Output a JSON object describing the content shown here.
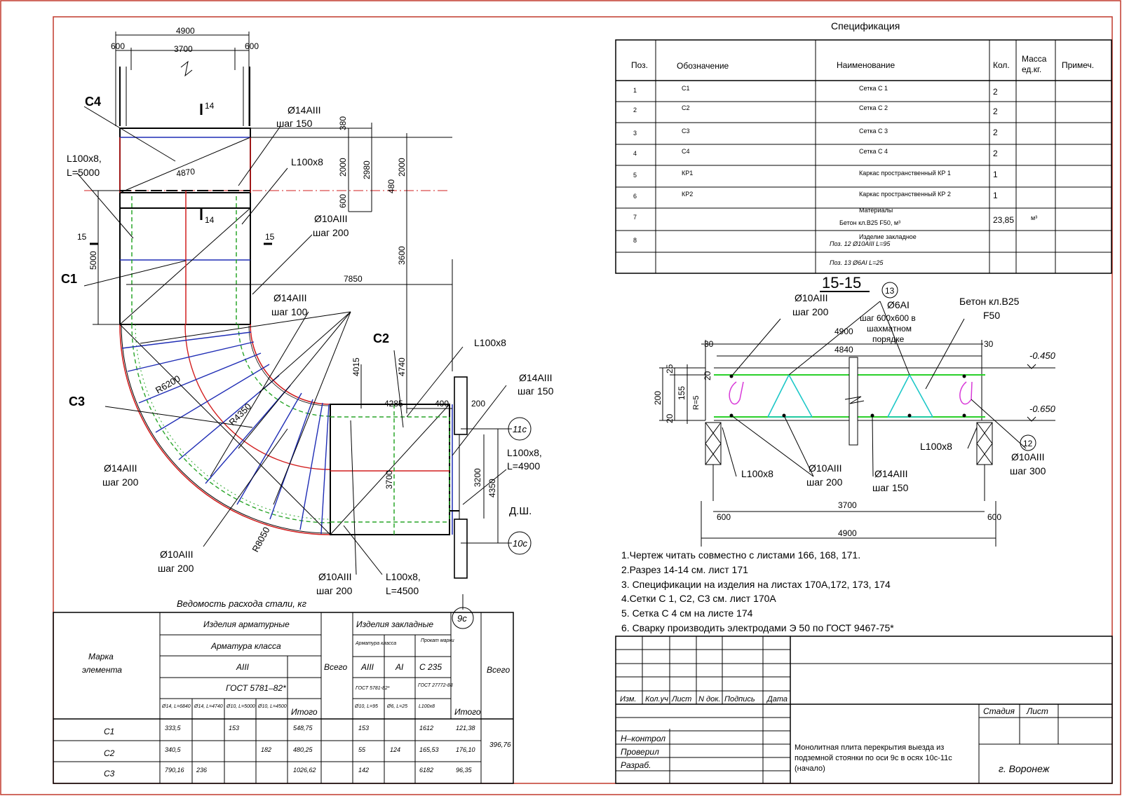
{
  "plan": {
    "dims_top": [
      "4900",
      "600",
      "3700",
      "600"
    ],
    "c4": "C4",
    "c1": "C1",
    "c2": "C2",
    "c3": "C3",
    "sec14_top": "14",
    "sec14_mid": "14",
    "sec15_left": "15",
    "sec15_right": "15",
    "rebar_14_150": [
      "Ø14AIII",
      "шаг 150"
    ],
    "l100_5000": [
      "L100x8,",
      "L=5000"
    ],
    "l100_top": "L100x8",
    "rebar_10_200_top": [
      "Ø10AIII",
      "шаг 200"
    ],
    "rebar_14_100": [
      "Ø14AIII",
      "шаг 100"
    ],
    "rebar_14_200": [
      "Ø14AIII",
      "шаг 200"
    ],
    "rebar_10_200_low": [
      "Ø10AIII",
      "шаг 200"
    ],
    "rebar_10_200_bot": [
      "Ø10AIII",
      "шаг 200"
    ],
    "rebar_14_150_right": [
      "Ø14AIII",
      "шаг 150"
    ],
    "l100_right": "L100x8",
    "l100_4900": [
      "L100x8,",
      "L=4900"
    ],
    "l100_4500": [
      "L100x8,",
      "L=4500"
    ],
    "dim_4870": "4870",
    "dim_5000": "5000",
    "dim_7850": "7850",
    "dim_380": "380",
    "dim_2000a": "2000",
    "dim_2980": "2980",
    "dim_2000b": "2000",
    "dim_600": "600",
    "dim_480": "480",
    "dim_3600": "3600",
    "dim_4015": "4015",
    "dim_4740": "4740",
    "dim_4285": "4285",
    "dim_400": "400",
    "dim_200": "200",
    "dim_3700v": "3700",
    "dim_3200": "3200",
    "dim_4350": "4350",
    "r6200": "R6200",
    "r4350": "R4350",
    "r8050": "R8050",
    "axis_11c": "11с",
    "axis_10c": "10с",
    "axis_9c": "9с",
    "dsh": "Д.Ш."
  },
  "spec": {
    "title": "Спецификация",
    "headers": [
      "Поз.",
      "Обозначение",
      "Наименование",
      "Кол.",
      "Масса ед.кг.",
      "Примеч."
    ],
    "rows": [
      [
        "1",
        "С1",
        "Сетка С 1",
        "2",
        "",
        ""
      ],
      [
        "2",
        "С2",
        "Сетка С 2",
        "2",
        "",
        ""
      ],
      [
        "3",
        "С3",
        "Сетка С 3",
        "2",
        "",
        ""
      ],
      [
        "4",
        "С4",
        "Сетка С 4",
        "2",
        "",
        ""
      ],
      [
        "5",
        "КР1",
        "Каркас пространственный КР 1",
        "1",
        "",
        ""
      ],
      [
        "6",
        "КР2",
        "Каркас пространственный КР 2",
        "1",
        "",
        ""
      ],
      [
        "7",
        "",
        "Материалы",
        "23,85",
        "м³",
        ""
      ],
      [
        "8",
        "",
        "Изделие закладное",
        "",
        "",
        ""
      ]
    ],
    "row7_sub": "Бетон кл.В25 F50, м³",
    "row8_sub1": "Поз. 12    Ø10АIII   L=95",
    "row8_sub2": "Поз. 13    Ø6АI   L=25"
  },
  "section": {
    "title": "15-15",
    "mark13": "13",
    "mark12": "12",
    "rebar_10_200": [
      "Ø10AIII",
      "шаг 200"
    ],
    "rebar_6ai": [
      "Ø6AI",
      "шаг 600x600 в",
      "шахматном",
      "порядке"
    ],
    "concrete": [
      "Бетон кл.В25",
      "F50"
    ],
    "lvl_450": "-0.450",
    "lvl_650": "-0.650",
    "dim_4900": "4900",
    "dim_4840": "4840",
    "dim_30a": "30",
    "dim_30b": "30",
    "dim_200": "200",
    "dim_25": "25",
    "dim_155": "155",
    "dim_20a": "20",
    "dim_20b": "20",
    "r5": "R=5",
    "l100_left": "L100x8",
    "l100_right": "L100x8",
    "rebar_10_200_b": [
      "Ø10AIII",
      "шаг 200"
    ],
    "rebar_14_150": [
      "Ø14AIII",
      "шаг 150"
    ],
    "rebar_10_300": [
      "Ø10AIII",
      "шаг 300"
    ],
    "dim_3700": "3700",
    "dim_600a": "600",
    "dim_600b": "600",
    "dim_4900b": "4900"
  },
  "notes": [
    "1.Чертеж читать совместно с листами     166, 168, 171.",
    "2.Разрез  14-14  см.  лист 171",
    "3. Спецификации на изделия на листах     170А,172, 173, 174",
    "4.Сетки С 1, С2, С3 см.  лист 170А",
    "5. Сетка С 4 см на листе   174",
    "6. Сварку производить электродами Э    50 по ГОСТ  9467-75*"
  ],
  "steel": {
    "title": "Ведомость расхода стали, кг",
    "mark_header": [
      "Марка",
      "элемента"
    ],
    "rebar_products": "Изделия арматурные",
    "rebar_class": "Арматура  класса",
    "aiii": "AIII",
    "gost": "ГОСТ 5781–82*",
    "total": "Всего",
    "embedded": "Изделия закладные",
    "emb_sub": "Арматура класса",
    "emb_steel": "Прокат марки",
    "emb_aiii": "AIII",
    "emb_ai": "AI",
    "emb_c235": "С 235",
    "emb_gost1": "ГОСТ 5781-82*",
    "emb_gost2": "ГОСТ 27772-88",
    "col_labels": [
      "Ø14, L=6840",
      "Ø14, L=4740",
      "Ø10, L=5000",
      "Ø10, L=4500",
      "Итого",
      "Ø10, L=95",
      "Ø6, L=25",
      "L100x8",
      "Итого"
    ],
    "rows": [
      {
        "mark": "С1",
        "v": [
          "333,5",
          "",
          "153",
          "",
          "548,75",
          "153",
          "",
          "1612",
          "121,38"
        ]
      },
      {
        "mark": "С2",
        "v": [
          "340,5",
          "",
          "",
          "182",
          "480,25",
          "55",
          "124",
          "165,53",
          "176,10"
        ]
      },
      {
        "mark": "С3",
        "v": [
          "790,16",
          "236",
          "",
          "",
          "1026,62",
          "142",
          "",
          "6182",
          "96,35"
        ]
      }
    ],
    "grand_total": "396,76"
  },
  "stamp": {
    "cols": [
      "Изм.",
      "Кол.уч",
      "Лист",
      "N док.",
      "Подпись",
      "Дата"
    ],
    "roles": [
      "Н–контрол",
      "Проверил",
      "Разраб."
    ],
    "stage": "Стадия",
    "sheet": "Лист",
    "desc": [
      "Монолитная плита перекрытия выезда из",
      "подземной стоянки по оси  9с в осях 10с-11с",
      "(начало)"
    ],
    "city": "г.  Воронеж"
  }
}
